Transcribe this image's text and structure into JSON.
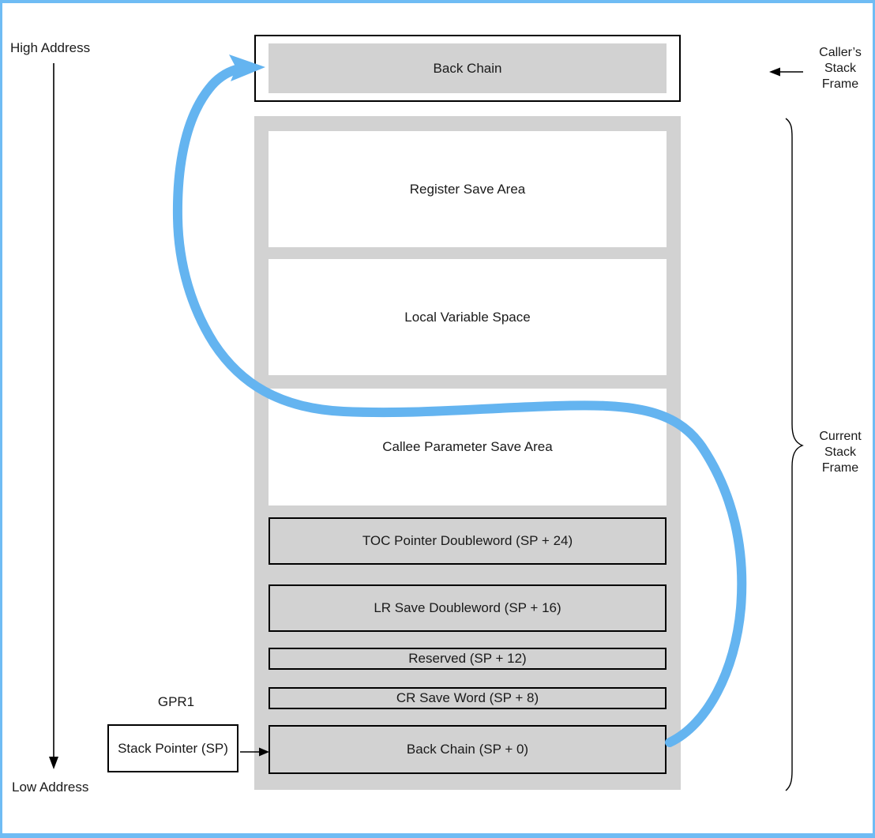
{
  "diagram": {
    "title_semantic": "PowerPC stack frame layout",
    "high_address_label": "High Address",
    "low_address_label": "Low Address",
    "caller_frame_box": {
      "label": "Back Chain"
    },
    "caller_side_label": {
      "line1": "Caller’s",
      "line2": "Stack",
      "line3": "Frame"
    },
    "current_side_label": {
      "line1": "Current",
      "line2": "Stack",
      "line3": "Frame"
    },
    "gpr1_label": "GPR1",
    "stack_pointer_label": "Stack Pointer (SP)",
    "cells": [
      {
        "label": "Register Save Area",
        "style": "white"
      },
      {
        "label": "Local Variable Space",
        "style": "white"
      },
      {
        "label": "Callee Parameter Save Area",
        "style": "white"
      },
      {
        "label": "TOC Pointer Doubleword (SP + 24)",
        "style": "bordered"
      },
      {
        "label": "LR Save Doubleword (SP + 16)",
        "style": "bordered"
      },
      {
        "label": "Reserved (SP + 12)",
        "style": "bordered"
      },
      {
        "label": "CR Save Word (SP + 8)",
        "style": "bordered"
      },
      {
        "label": "Back Chain (SP + 0)",
        "style": "bordered"
      }
    ],
    "colors": {
      "arrow_blue": "#64B4F0",
      "page_border_blue": "#6FBCF4",
      "gray_fill": "#D2D2D2",
      "line_black": "#000000"
    }
  }
}
